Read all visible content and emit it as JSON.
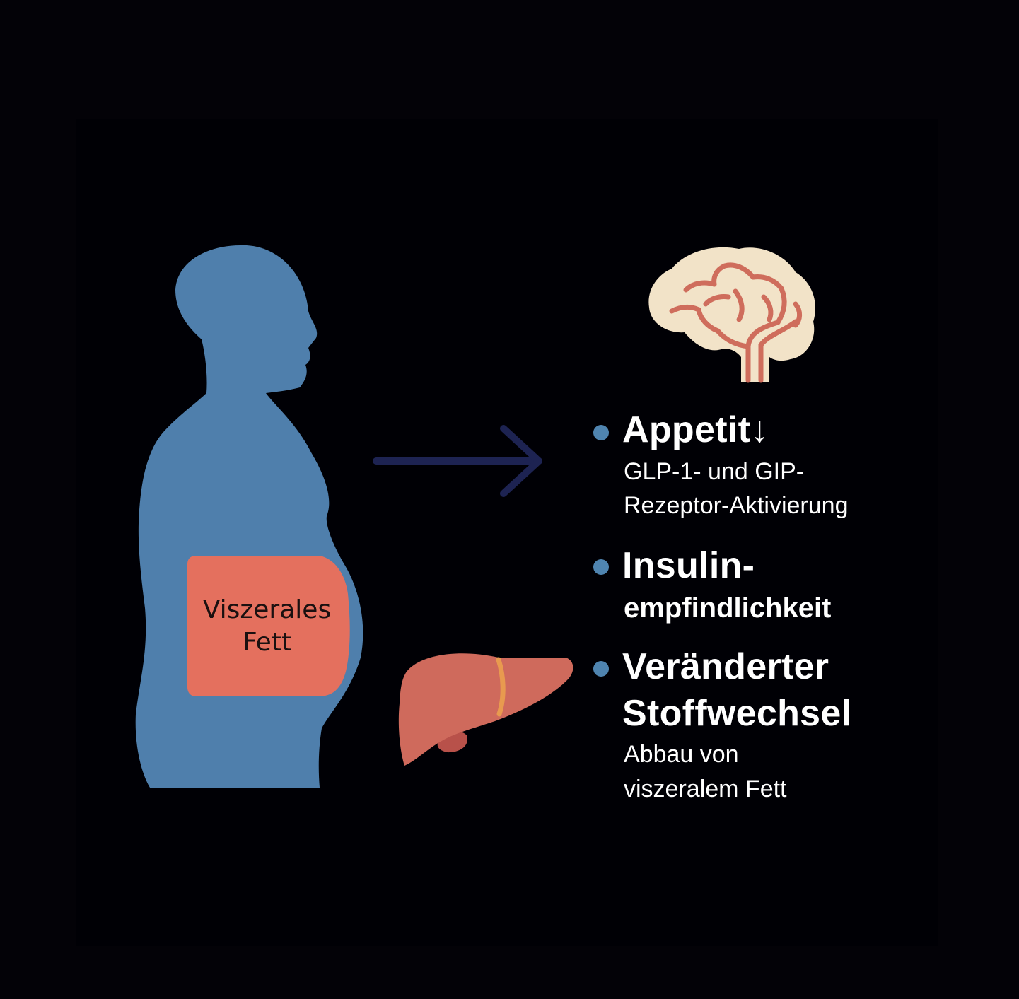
{
  "body_label": {
    "line1": "Viszerales",
    "line2": "Fett"
  },
  "effects": [
    {
      "title": "Appetit↓",
      "subtitle_lines": [
        "GLP-1- und GIP-",
        "Rezeptor-Aktivierung"
      ]
    },
    {
      "title_lines": [
        "Insulin-",
        "empfindlichkeit"
      ]
    },
    {
      "title_lines": [
        "Veränderter",
        "Stoffwechsel"
      ],
      "subtitle_lines": [
        "Abbau von",
        "viszeralem Fett"
      ]
    }
  ],
  "icons": [
    "human-silhouette-icon",
    "visceral-fat-icon",
    "arrow-right-icon",
    "brain-icon",
    "liver-icon",
    "bullet-dot-icon"
  ],
  "colors": {
    "background": "#000005",
    "silhouette": "#4f7fac",
    "visceral_fat": "#e4705e",
    "arrow": "#1d2352",
    "brain_fill": "#f2e3c8",
    "brain_lines": "#cf6d5c",
    "liver": "#cf6a5c",
    "bullet": "#4f84b0",
    "text": "#ffffff"
  }
}
